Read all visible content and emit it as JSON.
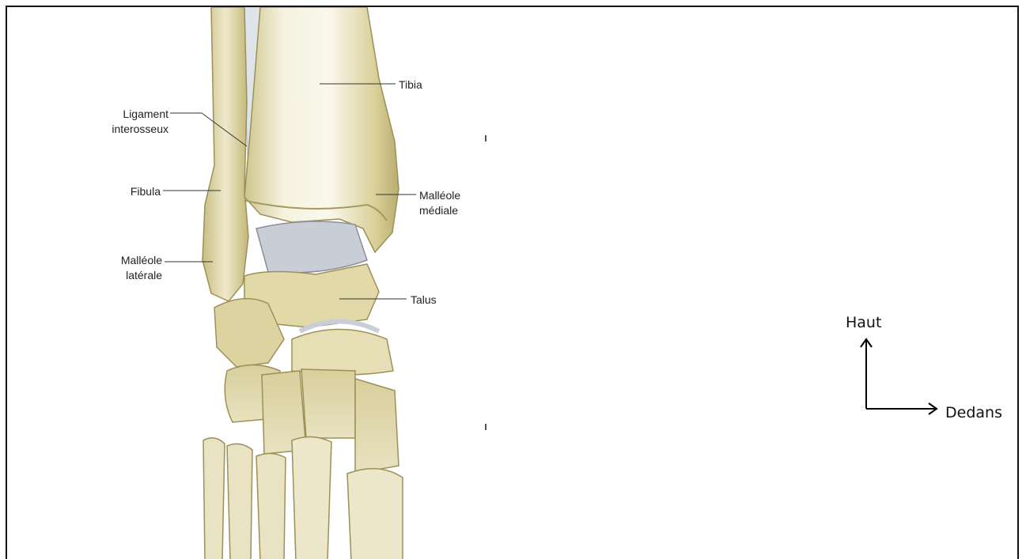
{
  "labels": {
    "ligament_line1": "Ligament",
    "ligament_line2": "interosseux",
    "fibula": "Fibula",
    "malleole_laterale_line1": "Malléole",
    "malleole_laterale_line2": "latérale",
    "tibia": "Tibia",
    "malleole_mediale_line1": "Malléole",
    "malleole_mediale_line2": "médiale",
    "talus": "Talus"
  },
  "orientation": {
    "up": "Haut",
    "right": "Dedans"
  },
  "colors": {
    "bone": "#e4dcae",
    "bone_shadow": "#bfb47a",
    "bone_highlight": "#f6f3e2",
    "cartilage": "#c9cdd6",
    "ligament": "#d7dde3",
    "leader_line": "#333333"
  }
}
